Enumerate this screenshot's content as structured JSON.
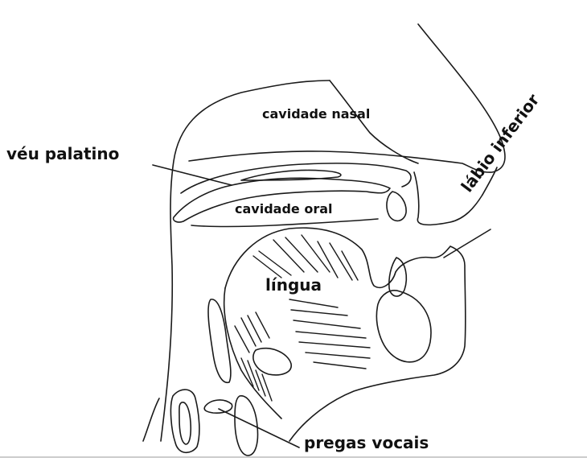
{
  "diagram": {
    "colors": {
      "line": "#1a1a1a",
      "background": "#ffffff"
    },
    "labels": {
      "cavidade_nasal": "cavidade nasal",
      "veu_palatino": "véu palatino",
      "cavidade_oral": "cavidade oral",
      "labio_inferior": "lábio inferior",
      "lingua": "língua",
      "pregas_vocais": "pregas vocais"
    }
  }
}
